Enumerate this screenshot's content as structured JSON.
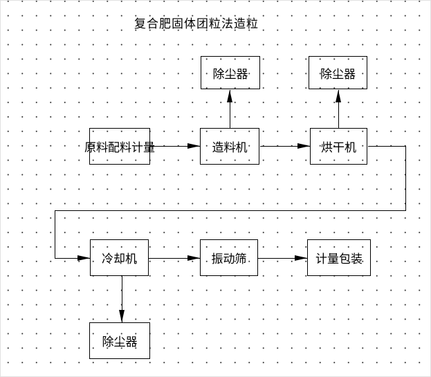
{
  "title": "复合肥固体团粒法造粒",
  "diagram": {
    "nodes": [
      {
        "id": "dust-collector-top-1",
        "label": "除尘器"
      },
      {
        "id": "dust-collector-top-2",
        "label": "除尘器"
      },
      {
        "id": "raw-material-metering",
        "label": "原料配料计量"
      },
      {
        "id": "granulator",
        "label": "造料机"
      },
      {
        "id": "dryer",
        "label": "烘干机"
      },
      {
        "id": "cooler",
        "label": "冷却机"
      },
      {
        "id": "vibrating-screen",
        "label": "振动筛"
      },
      {
        "id": "metering-packaging",
        "label": "计量包装"
      },
      {
        "id": "dust-collector-bottom",
        "label": "除尘器"
      }
    ],
    "edges": [
      {
        "from": "raw-material-metering",
        "to": "granulator"
      },
      {
        "from": "granulator",
        "to": "dust-collector-top-1"
      },
      {
        "from": "granulator",
        "to": "dryer"
      },
      {
        "from": "dryer",
        "to": "dust-collector-top-2"
      },
      {
        "from": "dryer",
        "to": "cooler"
      },
      {
        "from": "cooler",
        "to": "vibrating-screen"
      },
      {
        "from": "vibrating-screen",
        "to": "metering-packaging"
      },
      {
        "from": "cooler",
        "to": "dust-collector-bottom"
      }
    ],
    "colors": {
      "line": "#000000",
      "background": "#ffffff",
      "grid_dot": "#3c3c3c"
    }
  }
}
